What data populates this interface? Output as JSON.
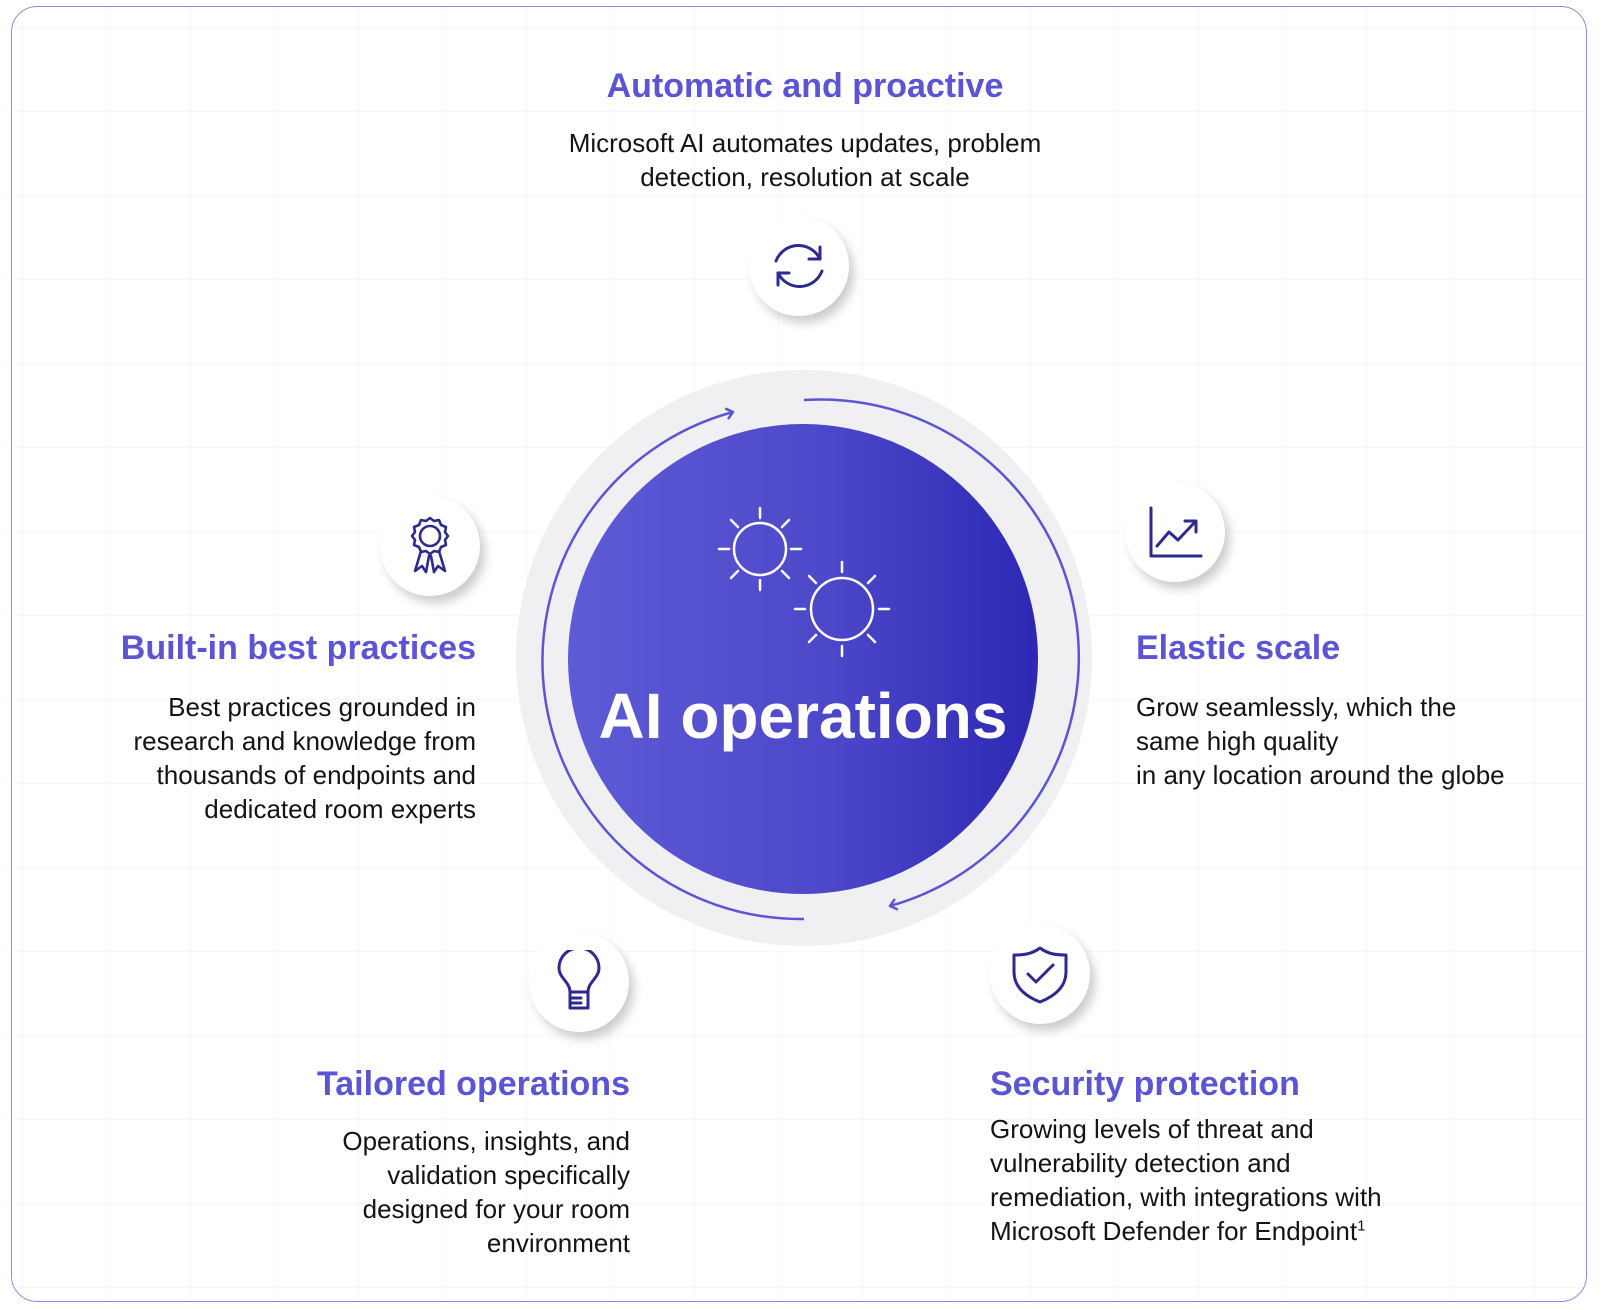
{
  "center": {
    "title": "AI operations",
    "icon": "gears-icon"
  },
  "colors": {
    "accent": "#5b55d6",
    "icon_stroke": "#2d2a8f",
    "core_gradient_start": "#5e5bd6",
    "core_gradient_end": "#2d28b3",
    "halo": "#f0f0f3",
    "border": "#8f8ce0"
  },
  "features": {
    "automatic": {
      "heading": "Automatic and proactive",
      "lines": [
        "Microsoft AI automates updates, problem",
        "detection, resolution at scale"
      ],
      "icon": "refresh-icon"
    },
    "elastic": {
      "heading": "Elastic scale",
      "lines": [
        "Grow seamlessly, which the",
        "same high quality",
        "in any location around the globe"
      ],
      "icon": "growth-chart-icon"
    },
    "security": {
      "heading": "Security protection",
      "lines": [
        "Growing levels of threat and",
        "vulnerability detection and",
        "remediation, with integrations with",
        "Microsoft Defender for Endpoint"
      ],
      "footnote": "1",
      "icon": "shield-check-icon"
    },
    "tailored": {
      "heading": "Tailored operations",
      "lines": [
        "Operations, insights, and",
        "validation specifically",
        "designed for your room",
        "environment"
      ],
      "icon": "lightbulb-icon"
    },
    "builtin": {
      "heading": "Built-in best practices",
      "lines": [
        "Best practices grounded in",
        "research and knowledge from",
        "thousands of endpoints and",
        "dedicated room experts"
      ],
      "icon": "award-ribbon-icon"
    }
  }
}
